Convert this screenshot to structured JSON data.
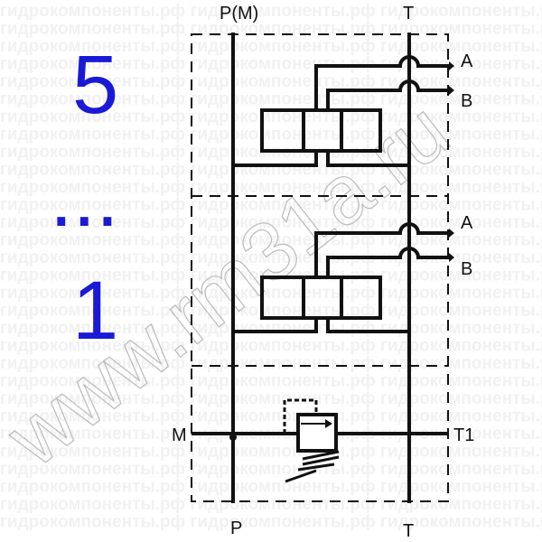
{
  "watermark": {
    "repeat_text": "гидрокомпоненты.рф",
    "diagonal_text": "www.rm31a.ru"
  },
  "section_count": {
    "top": "5",
    "ellipsis": "...",
    "bottom": "1",
    "color": "#1a1ad6"
  },
  "ports": {
    "p_m": "P(M)",
    "t_top": "T",
    "a_upper": "A",
    "b_upper": "B",
    "a_lower": "A",
    "b_lower": "B",
    "m": "M",
    "t1": "T1",
    "p": "P",
    "t_bottom": "T"
  }
}
